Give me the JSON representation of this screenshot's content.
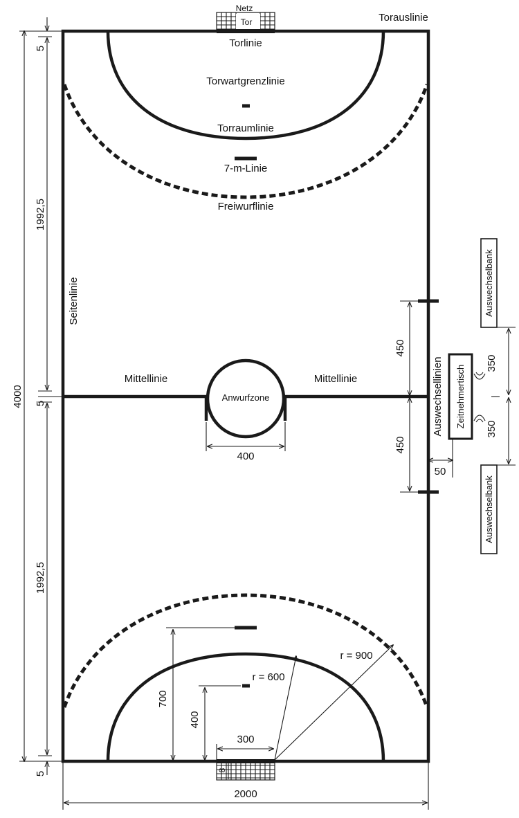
{
  "labels": {
    "netz": "Netz",
    "tor": "Tor",
    "torauslinie": "Torauslinie",
    "torlinie": "Torlinie",
    "torwartgrenzlinie": "Torwartgrenzlinie",
    "torraumlinie": "Torraumlinie",
    "siebenm": "7-m-Linie",
    "freiwurflinie": "Freiwurflinie",
    "seitenlinie": "Seitenlinie",
    "mittellinie_left": "Mittellinie",
    "mittellinie_right": "Mittellinie",
    "anwurfzone": "Anwurfzone",
    "auswechsellinien": "Auswechsellinien",
    "zeitnehmertisch": "Zeitnehmertisch",
    "auswechselbank_top": "Auswechselbank",
    "auswechselbank_bottom": "Auswechselbank"
  },
  "dimensions": {
    "total_length": "4000",
    "half_length_top": "1992,5",
    "half_length_bottom": "1992,5",
    "five_top": "5",
    "five_mid": "5",
    "five_bottom": "5",
    "width": "2000",
    "circle_diameter": "400",
    "sub_450_top": "450",
    "sub_450_bottom": "450",
    "table_offset": "50",
    "bench_350_top": "350",
    "bench_350_bottom": "350",
    "freethrow_dist": "700",
    "seven_m_dist": "400",
    "goal_halfwidth": "300",
    "r600": "r = 600",
    "r900": "r = 900",
    "goal_depth": "8"
  }
}
